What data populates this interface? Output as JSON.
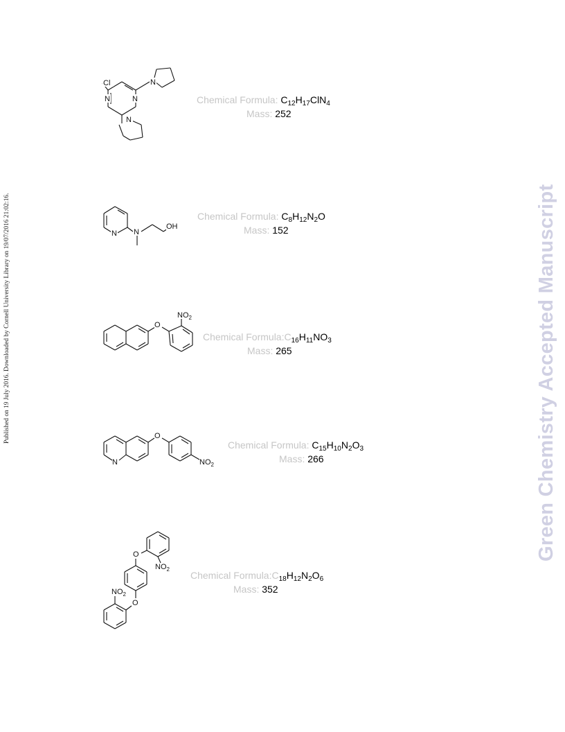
{
  "side_note": "Published on 19 July 2016. Downloaded by Cornell University Library on 19/07/2016 21:02:16.",
  "watermark": "Green Chemistry Accepted Manuscript",
  "compounds": [
    {
      "atoms": [
        "Cl",
        "N",
        "N",
        "N",
        "N"
      ],
      "formula_label": "Chemical Formula: ",
      "formula": [
        "C",
        "12",
        "H",
        "17",
        "ClN",
        "4"
      ],
      "mass_label": "Mass: ",
      "mass": "252"
    },
    {
      "atoms": [
        "N",
        "N",
        "OH"
      ],
      "formula_label": "Chemical Formula: ",
      "formula": [
        "C",
        "8",
        "H",
        "12",
        "N",
        "2",
        "O",
        ""
      ],
      "mass_label": "Mass: ",
      "mass": "152"
    },
    {
      "atoms": [
        "O",
        "NO",
        "2"
      ],
      "formula_label": "Chemical  Formula:",
      "formula": [
        "C",
        "16",
        "H",
        "11",
        "NO",
        "3"
      ],
      "mass_label": "Mass: ",
      "mass": "265"
    },
    {
      "atoms": [
        "N",
        "O",
        "NO",
        "2"
      ],
      "formula_label": "Chemical Formula: ",
      "formula": [
        "C",
        "15",
        "H",
        "10",
        "N",
        "2",
        "O",
        "3"
      ],
      "mass_label": "Mass: ",
      "mass": "266"
    },
    {
      "atoms": [
        "O",
        "O",
        "NO",
        "2",
        "NO",
        "2"
      ],
      "formula_label": "Chemical  Formula:",
      "formula": [
        "C",
        "18",
        "H",
        "12",
        "N",
        "2",
        "O",
        "6"
      ],
      "mass_label": "Mass: ",
      "mass": "352"
    }
  ]
}
